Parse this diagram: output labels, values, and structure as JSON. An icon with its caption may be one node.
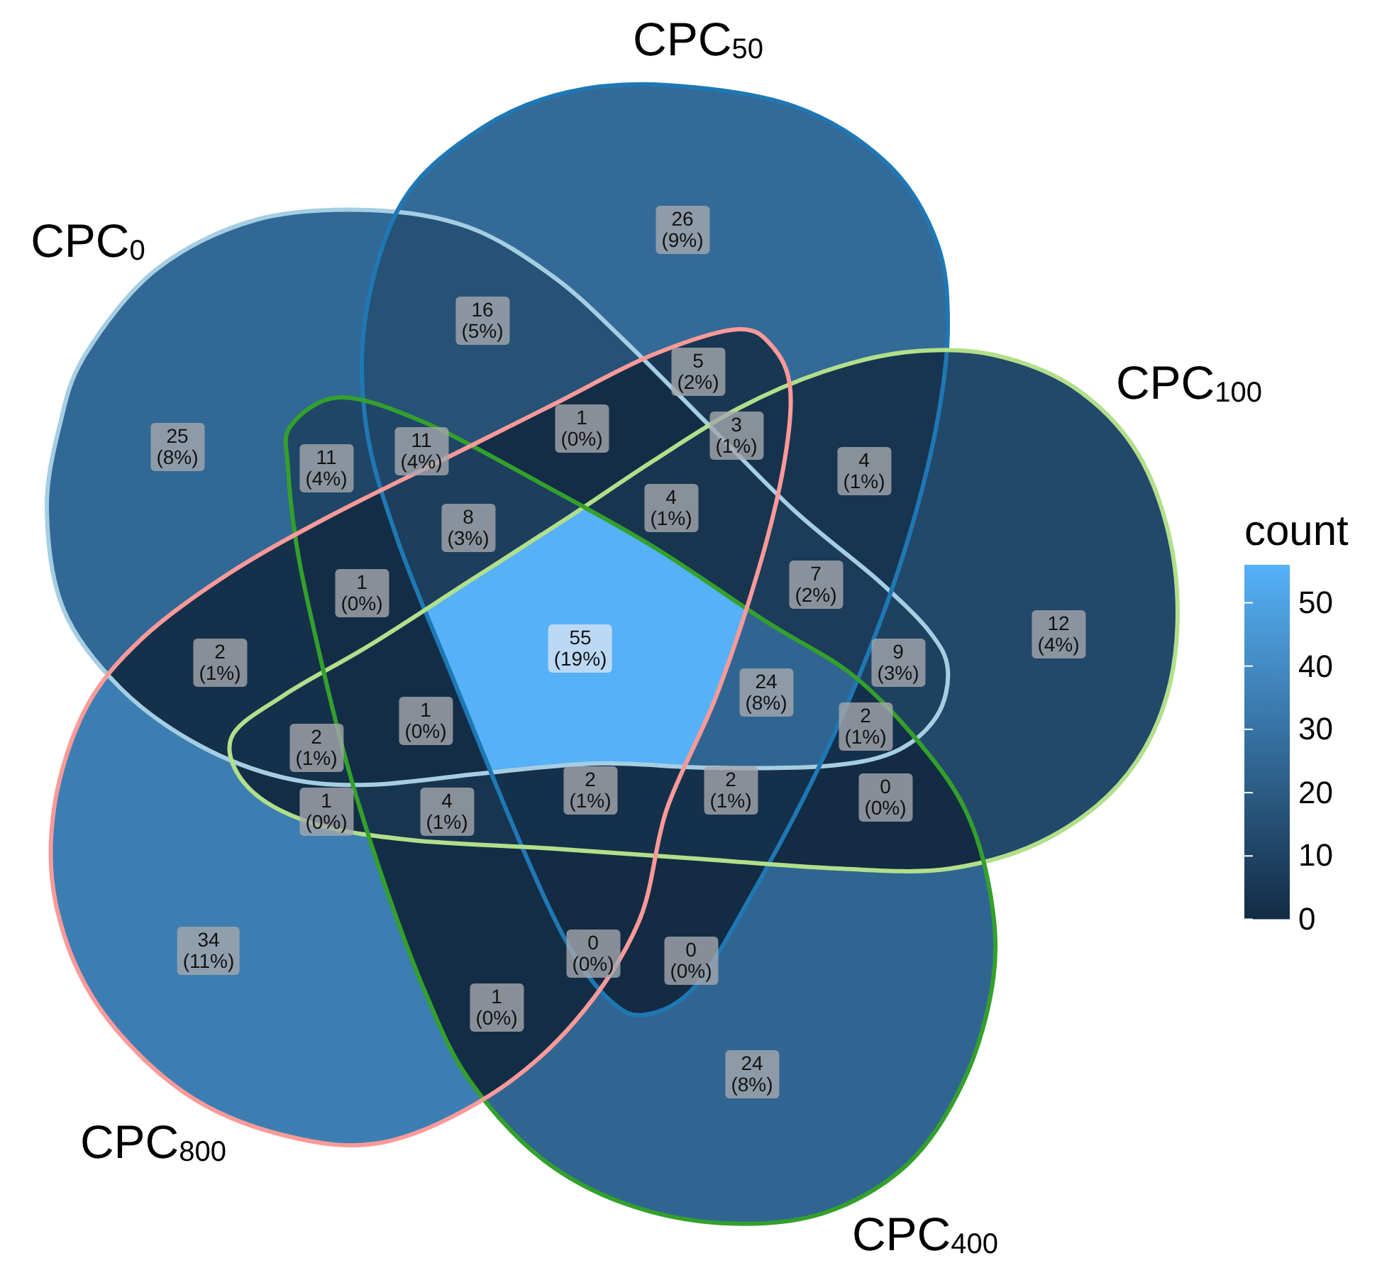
{
  "diagram": {
    "nodes": [
      {
        "text": [
          "CPC$_{0}$"
        ]
      },
      {
        "text": [
          "CPC$_{50}$"
        ]
      },
      {
        "text": [
          "CPC$_{100}$"
        ]
      },
      {
        "text": [
          "CPC$_{400}$"
        ]
      },
      {
        "text": [
          "CPC$_{800}$"
        ]
      },
      {
        "text": [
          "26 (9%)"
        ]
      },
      {
        "text": [
          "16 (5%)"
        ]
      },
      {
        "text": [
          "25 (8%)"
        ]
      },
      {
        "text": [
          "5 (2%)"
        ]
      },
      {
        "text": [
          "1 (0%)"
        ]
      },
      {
        "text": [
          "3 (1%)"
        ]
      },
      {
        "text": [
          "11 (4%)"
        ]
      },
      {
        "text": [
          "11 (4%)"
        ]
      },
      {
        "text": [
          "4 (1%)"
        ]
      },
      {
        "text": [
          "8 (3%)"
        ]
      },
      {
        "text": [
          "4 (1%)"
        ]
      },
      {
        "text": [
          "7 (2%)"
        ]
      },
      {
        "text": [
          "1 (0%)"
        ]
      },
      {
        "text": [
          "55 (19%)"
        ]
      },
      {
        "text": [
          "12 (4%)"
        ]
      },
      {
        "text": [
          "2 (1%)"
        ]
      },
      {
        "text": [
          "24 (8%)"
        ]
      },
      {
        "text": [
          "9 (3%)"
        ]
      },
      {
        "text": [
          "1 (0%)"
        ]
      },
      {
        "text": [
          "2 (1%)"
        ]
      },
      {
        "text": [
          "2 (1%)"
        ]
      },
      {
        "text": [
          "2 (1%)"
        ]
      },
      {
        "text": [
          "2 (1%)"
        ]
      },
      {
        "text": [
          "0 (0%)"
        ]
      },
      {
        "text": [
          "1 (0%)"
        ]
      },
      {
        "text": [
          "4 (1%)"
        ]
      },
      {
        "text": [
          "34 (11%)"
        ]
      },
      {
        "text": [
          "0 (0%)"
        ]
      },
      {
        "text": [
          "0 (0%)"
        ]
      },
      {
        "text": [
          "1 (0%)"
        ]
      },
      {
        "text": [
          "24 (8%)"
        ]
      }
    ],
    "labels": [
      "count",
      "50",
      "40",
      "30",
      "20",
      "10",
      "0"
    ]
  }
}
